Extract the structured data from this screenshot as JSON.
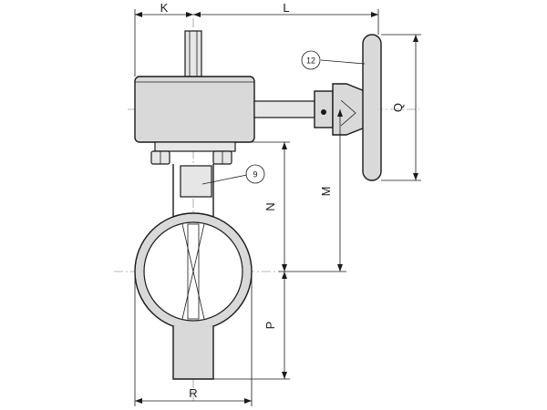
{
  "dimensions": {
    "k": "K",
    "l": "L",
    "q": "Q",
    "m": "M",
    "n": "N",
    "p": "P",
    "r": "R"
  },
  "callouts": {
    "handwheel": "12",
    "stem_extension": "9"
  }
}
